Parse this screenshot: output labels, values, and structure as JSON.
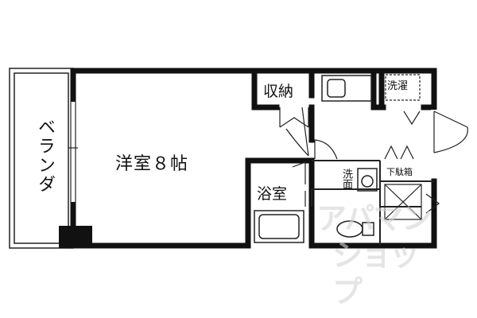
{
  "rooms": {
    "balcony": "ベランダ",
    "western_room": "洋室８帖",
    "storage": "収納",
    "laundry": "洗濯",
    "bath": "浴室",
    "washroom": "洗面",
    "shoe_box": "下駄箱"
  },
  "watermark": {
    "line1": "アパマン",
    "line2": "ショップ"
  },
  "colors": {
    "wall": "#111111",
    "line": "#222222",
    "watermark": "#d4d4d4",
    "background": "#ffffff"
  }
}
